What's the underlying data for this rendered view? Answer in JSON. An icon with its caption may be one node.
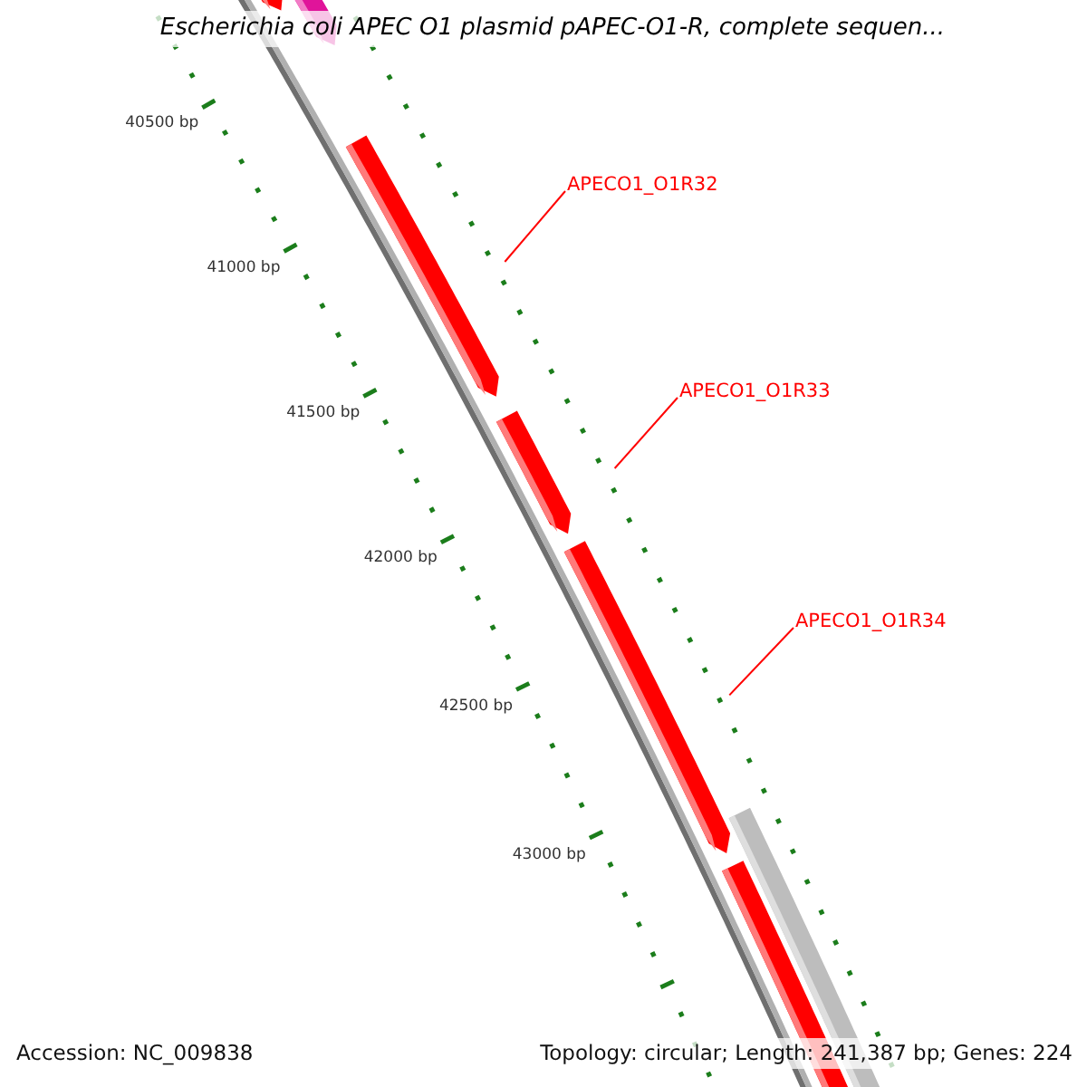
{
  "diagram": {
    "title": "Escherichia coli APEC O1 plasmid pAPEC-O1-R, complete sequen...",
    "nodes": [
      {
        "text": [
          "APECO1_O1R32"
        ]
      },
      {
        "text": [
          "APECO1_O1R33"
        ]
      },
      {
        "text": [
          "APECO1_O1R34"
        ]
      },
      {
        "text": [],
        "shape": "bar"
      },
      {
        "text": [],
        "shape": "bar"
      },
      {
        "text": [],
        "shape": "bar"
      }
    ],
    "edges": [
      {
        "from": 0,
        "to": 3,
        "arrow": "none",
        "color": "#ff0000"
      },
      {
        "from": 1,
        "to": 4,
        "arrow": "none",
        "color": "#ff0000"
      },
      {
        "from": 2,
        "to": 5,
        "arrow": "none",
        "color": "#ff0000"
      }
    ],
    "labels": [
      "40500 bp",
      "41000 bp",
      "41500 bp",
      "42000 bp",
      "42500 bp",
      "43000 bp",
      "Accession: NC_009838",
      "Topology: circular; Length: 241,387 bp; Genes: 224"
    ]
  }
}
